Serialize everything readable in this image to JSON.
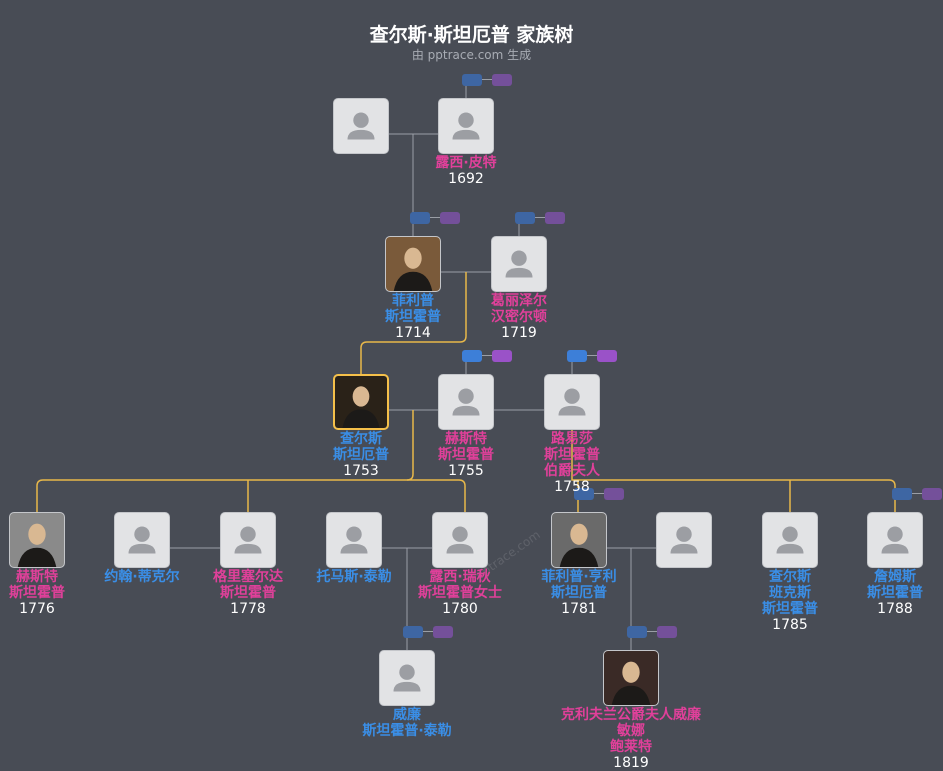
{
  "title": "查尔斯·斯坦厄普 家族树",
  "subtitle": "由 pptrace.com 生成",
  "watermark": "pptrace.com",
  "colors": {
    "male": "#3a8ee6",
    "female": "#e0409a",
    "highlight_line": "#e8b84a",
    "line": "#9a9ea6"
  },
  "people": {
    "unknown_1": {
      "lines": [],
      "year": ""
    },
    "lucy_pitt": {
      "lines": [
        "露西·皮特"
      ],
      "year": "1692"
    },
    "philip_1714": {
      "lines": [
        "菲利普",
        "斯坦霍普"
      ],
      "year": "1714"
    },
    "grizel_hamilton": {
      "lines": [
        "葛丽泽尔",
        "汉密尔顿"
      ],
      "year": "1719"
    },
    "charles_1753": {
      "lines": [
        "查尔斯",
        "斯坦厄普"
      ],
      "year": "1753"
    },
    "hester_1755": {
      "lines": [
        "赫斯特",
        "斯坦霍普"
      ],
      "year": "1755"
    },
    "louisa_1758": {
      "lines": [
        "路易莎",
        "斯坦霍普",
        "伯爵夫人"
      ],
      "year": "1758"
    },
    "hester_1776": {
      "lines": [
        "赫斯特",
        "斯坦霍普"
      ],
      "year": "1776"
    },
    "john_tekell": {
      "lines": [
        "约翰·蒂克尔"
      ],
      "year": ""
    },
    "griselda_1778": {
      "lines": [
        "格里塞尔达",
        "斯坦霍普"
      ],
      "year": "1778"
    },
    "thomas_taylor": {
      "lines": [
        "托马斯·泰勒"
      ],
      "year": ""
    },
    "lucy_rachel_1780": {
      "lines": [
        "露西·瑞秋",
        "斯坦霍普女士"
      ],
      "year": "1780"
    },
    "philip_henry_1781": {
      "lines": [
        "菲利普·亨利",
        "斯坦厄普"
      ],
      "year": "1781"
    },
    "unknown_2": {
      "lines": [],
      "year": ""
    },
    "charles_banks_1785": {
      "lines": [
        "查尔斯",
        "班克斯",
        "斯坦霍普"
      ],
      "year": "1785"
    },
    "james_1788": {
      "lines": [
        "詹姆斯",
        "斯坦霍普"
      ],
      "year": "1788"
    },
    "william_taylor": {
      "lines": [
        "威廉",
        "斯坦霍普·泰勒"
      ],
      "year": ""
    },
    "catherine_1819": {
      "lines": [
        "克利夫兰公爵夫人威廉敏娜",
        "鲍莱特"
      ],
      "year": "1819"
    }
  }
}
